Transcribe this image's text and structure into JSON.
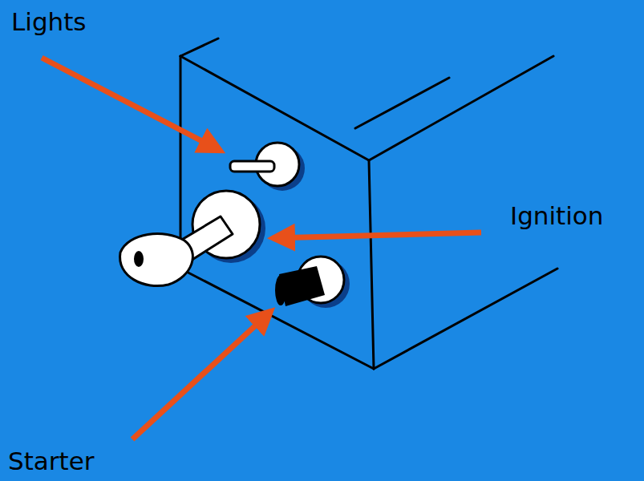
{
  "diagram": {
    "labels": [
      "Lights",
      "Ignition",
      "Starter"
    ]
  }
}
